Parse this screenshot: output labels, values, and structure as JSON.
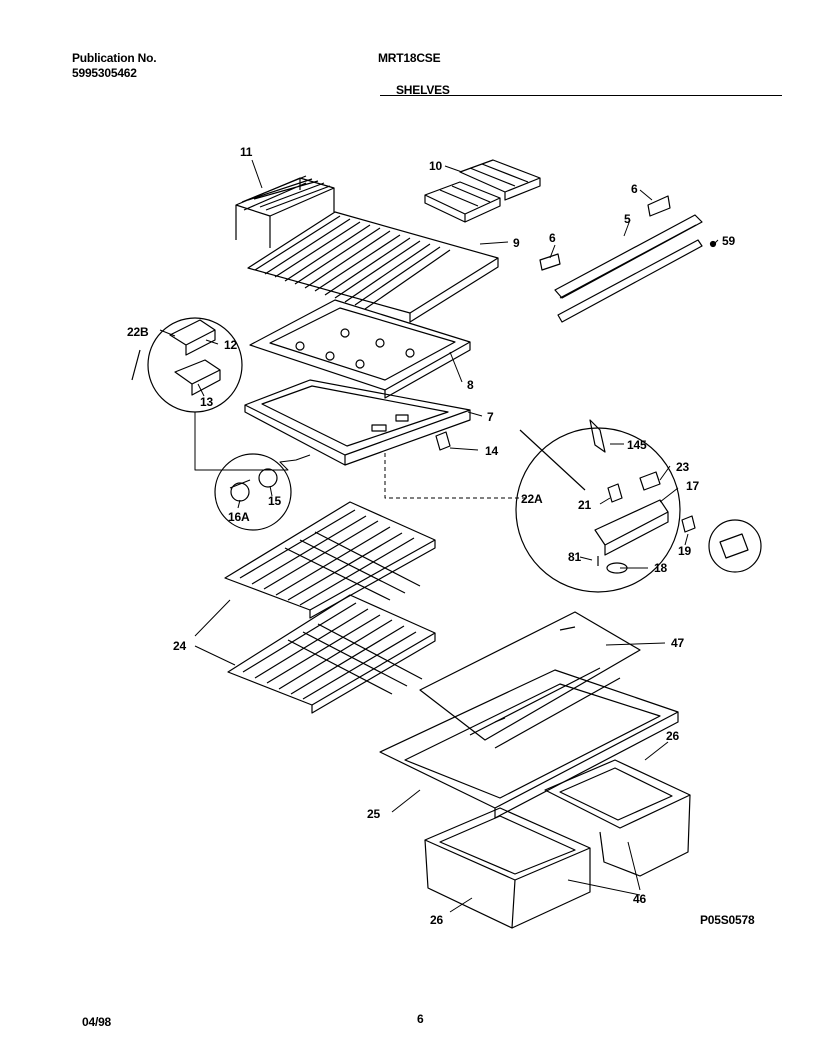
{
  "header": {
    "publication_label": "Publication No.",
    "publication_number": "5995305462",
    "model": "MRT18CSE",
    "section_title": "SHELVES"
  },
  "diagram_code": "P05S0578",
  "callouts": [
    "11",
    "10",
    "6",
    "9",
    "6",
    "5",
    "59",
    "22B",
    "12",
    "13",
    "8",
    "7",
    "14",
    "145",
    "23",
    "17",
    "22A",
    "21",
    "19",
    "16A",
    "15",
    "81",
    "18",
    "24",
    "47",
    "26",
    "25",
    "26",
    "46"
  ],
  "footer": {
    "date": "04/98",
    "page": "6"
  }
}
